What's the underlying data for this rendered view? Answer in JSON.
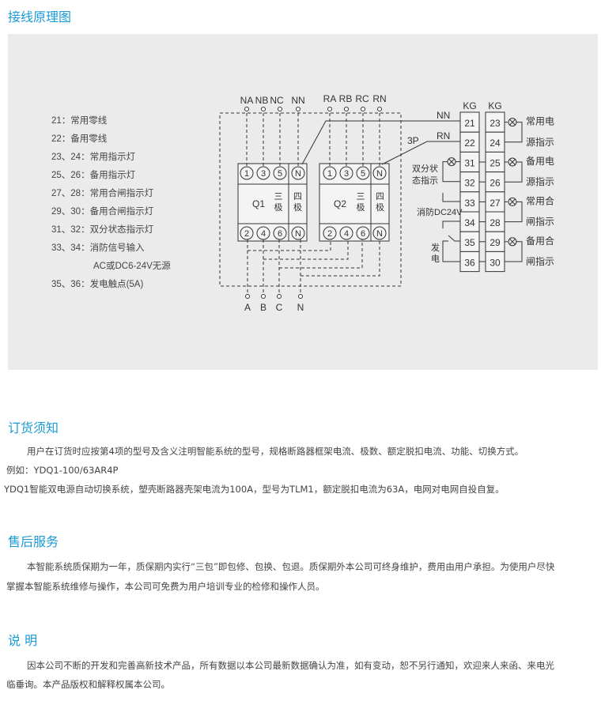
{
  "sections": {
    "wiring": {
      "title": "接线原理图"
    },
    "ordering": {
      "title": "订货须知",
      "p1": "用户在订货时应按第4项的型号及含义注明智能系统的型号，规格断路器框架电流、极数、额定脱扣电流、功能、切换方式。",
      "p2": "例如：YDQ1-100/63AR4P",
      "p3": "YDQ1智能双电源自动切换系统，塑壳断路器壳架电流为100A，型号为TLM1，额定脱扣电流为63A，电网对电网自投自复。"
    },
    "service": {
      "title": "售后服务",
      "p1": "本智能系统质保期为一年，质保期内实行“三包”即包修、包换、包退。质保期外本公司可终身维护，费用由用户承担。为使用户尽快",
      "p2": "掌握本智能系统维修与操作，本公司可免费为用户培训专业的检修和操作人员。"
    },
    "notes": {
      "title": "说 明",
      "p1": "因本公司不断的开发和完善高新技术产品，所有数据以本公司最新数据确认为准，如有变动，恕不另行通知，欢迎来人来函、来电光",
      "p2": "临垂询。本产品版权和解释权属本公司。"
    }
  },
  "legend": [
    "21：常用零线",
    "22：备用零线",
    "23、24：常用指示灯",
    "25、26：备用指示灯",
    "27、28：常用合闸指示灯",
    "29、30：备用合闸指示灯",
    "31、32：双分状态指示灯",
    "33、34：消防信号输入",
    "AC或DC6-24V无源",
    "35、36：发电触点(5A)"
  ],
  "diagram": {
    "top_n": [
      "NA",
      "NB",
      "NC",
      "NN"
    ],
    "top_r": [
      "RA",
      "RB",
      "RC",
      "RN"
    ],
    "bottom": [
      "A",
      "B",
      "C",
      "N"
    ],
    "q1": "Q1",
    "q2": "Q2",
    "three_pole": [
      "三",
      "极"
    ],
    "four_pole": [
      "四",
      "极"
    ],
    "terms_top": [
      "1",
      "3",
      "5",
      "N"
    ],
    "terms_bot": [
      "2",
      "4",
      "6",
      "N"
    ],
    "kg": "KG",
    "kg1": [
      "21",
      "22",
      "31",
      "32",
      "33",
      "34",
      "35",
      "36"
    ],
    "kg2": [
      "23",
      "24",
      "25",
      "26",
      "27",
      "28",
      "29",
      "30"
    ],
    "wire_nn": "NN",
    "wire_rn": "RN",
    "wire_3p": "3P",
    "left_labels": {
      "dual_off_1": "双分状",
      "dual_off_2": "态指示",
      "fire": "消防DC24V",
      "gen_1": "发",
      "gen_2": "电"
    },
    "right_labels": [
      [
        "常用电",
        "源指示"
      ],
      [
        "备用电",
        "源指示"
      ],
      [
        "常用合",
        "闸指示"
      ],
      [
        "备用合",
        "闸指示"
      ]
    ]
  }
}
